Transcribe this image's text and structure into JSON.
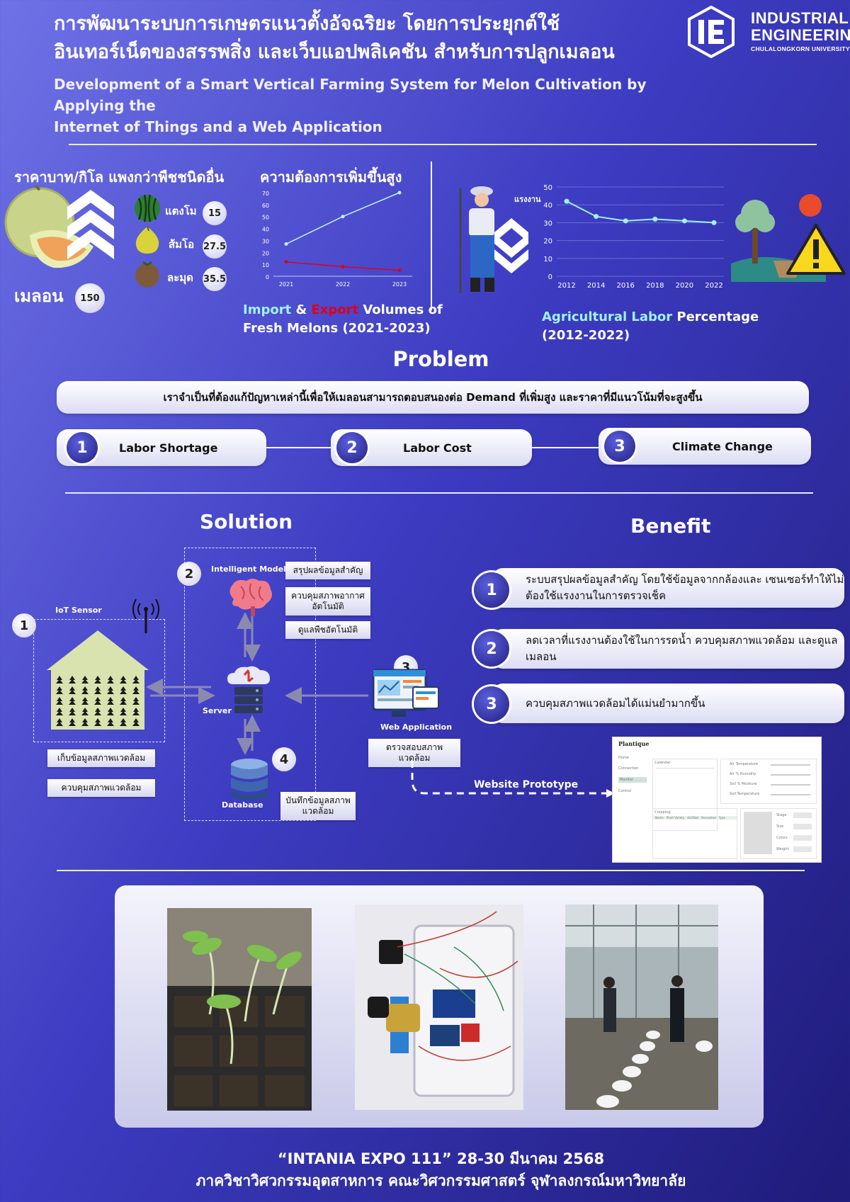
{
  "header": {
    "title_th_line1": "การพัฒนาระบบการเกษตรแนวตั้งอัจฉริยะ โดยการประยุกต์ใช้",
    "title_th_line2": "อินเทอร์เน็ตของสรรพสิ่ง และเว็บแอปพลิเคชัน สำหรับการปลูกเมลอน",
    "title_en_line1": "Development of a Smart Vertical Farming System for Melon Cultivation by Applying the",
    "title_en_line2": "Internet of Things and a Web Application",
    "logo_line1": "INDUSTRIAL",
    "logo_line2": "ENGINEERING",
    "logo_line3": "CHULALONGKORN UNIVERSITY"
  },
  "price": {
    "heading": "ราคาบาท/กิโล แพงกว่าพืชชนิดอื่น",
    "melon_label": "เมลอน",
    "melon_value": "150",
    "fruits": [
      {
        "name": "แตงโม",
        "value": "15",
        "icon": "watermelon-icon"
      },
      {
        "name": "ส้มโอ",
        "value": "27.5",
        "icon": "pomelo-icon"
      },
      {
        "name": "ละมุด",
        "value": "35.5",
        "icon": "sapodilla-icon"
      }
    ]
  },
  "demand": {
    "heading": "ความต้องการเพิ่มขึ้นสูง",
    "cap_import": "Import",
    "cap_amp": " & ",
    "cap_export": "Export",
    "cap_rest1": " Volumes of",
    "cap_line2": "Fresh Melons (2021-2023)"
  },
  "labor": {
    "worker_label": "แรงงาน",
    "cap_highlight": "Agricultural Labor",
    "cap_rest1": " Percentage",
    "cap_line2": "(2012-2022)"
  },
  "chart_data": [
    {
      "type": "line",
      "x": [
        2021,
        2022,
        2023
      ],
      "ylim": [
        0,
        70
      ],
      "yticks": [
        0,
        10,
        20,
        30,
        40,
        50,
        60,
        70
      ],
      "series": [
        {
          "values": [
            27,
            50,
            70
          ],
          "color": "#bff3ff"
        },
        {
          "values": [
            12,
            8,
            5
          ],
          "color": "#e0001b"
        }
      ]
    },
    {
      "type": "line",
      "x": [
        2012,
        2014,
        2016,
        2018,
        2020,
        2022
      ],
      "ylim": [
        0,
        50
      ],
      "yticks": [
        0,
        10,
        20,
        30,
        40,
        50
      ],
      "grid": true,
      "series": [
        {
          "values": [
            42,
            33.5,
            31,
            32,
            31,
            30
          ],
          "color": "#9ff2ff"
        }
      ]
    }
  ],
  "problem": {
    "title": "Problem",
    "statement": "เราจำเป็นที่ต้องแก้ปัญหาเหล่านี้เพื่อให้เมลอนสามารถตอบสนองต่อ Demand ที่เพิ่มสูง และราคาที่มีแนวโน้มที่จะสูงขึ้น",
    "items": [
      {
        "num": "1",
        "label": "Labor Shortage"
      },
      {
        "num": "2",
        "label": "Labor Cost"
      },
      {
        "num": "3",
        "label": "Climate Change"
      }
    ]
  },
  "solution": {
    "title": "Solution",
    "iot_label": "IoT Sensor",
    "iot_tags": [
      "เก็บข้อมูลสภาพแวดล้อม",
      "ควบคุมสภาพแวดล้อม"
    ],
    "model_label": "Intelligent Model",
    "model_tags": [
      "สรุปผลข้อมูลสำคัญ",
      "ควบคุมสภาพอากาศอัตโนมัติ",
      "ดูแลพืชอัตโนมัติ"
    ],
    "server_label": "Server",
    "db_label": "Database",
    "db_tag": "บันทึกข้อมูลสภาพแวดล้อม",
    "web_label": "Web Application",
    "web_tag": "ตรวจสอบสภาพแวดล้อม",
    "prototype_label": "Website Prototype",
    "nums": [
      "1",
      "2",
      "3",
      "4"
    ]
  },
  "prototype": {
    "brand": "Plantique",
    "nav": [
      "Home",
      "Connection",
      "Monitor",
      "Control"
    ],
    "sensors": [
      "Air Temperature",
      "Air % Humidity",
      "Soil % Moisture",
      "Soil Temperature"
    ],
    "panel_title": "Calendar",
    "table_title": "Cropping",
    "table_cols": [
      "Name",
      "Plant Variety",
      "Act/Stat",
      "Harvested",
      "Type"
    ],
    "fields": [
      "Stage",
      "Size",
      "Colors",
      "Weight"
    ]
  },
  "benefit": {
    "title": "Benefit",
    "items": [
      {
        "num": "1",
        "text": "ระบบสรุปผลข้อมูลสำคัญ โดยใช้ข้อมูลจากกล้องและ เซนเซอร์ทำให้ไม่ต้องใช้แรงงานในการตรวจเช็ค"
      },
      {
        "num": "2",
        "text": "ลดเวลาที่แรงงานต้องใช้ในการรดน้ำ ควบคุมสภาพแวดล้อม และดูแลเมลอน"
      },
      {
        "num": "3",
        "text": "ควบคุมสภาพแวดล้อมได้แม่นยำมากขึ้น"
      }
    ]
  },
  "footer": {
    "line1": "“INTANIA EXPO 111” 28-30 มีนาคม 2568",
    "line2": "ภาควิชาวิศวกรรมอุตสาหการ คณะวิศวกรรมศาสตร์ จุฬาลงกรณ์มหาวิทยาลัย"
  }
}
